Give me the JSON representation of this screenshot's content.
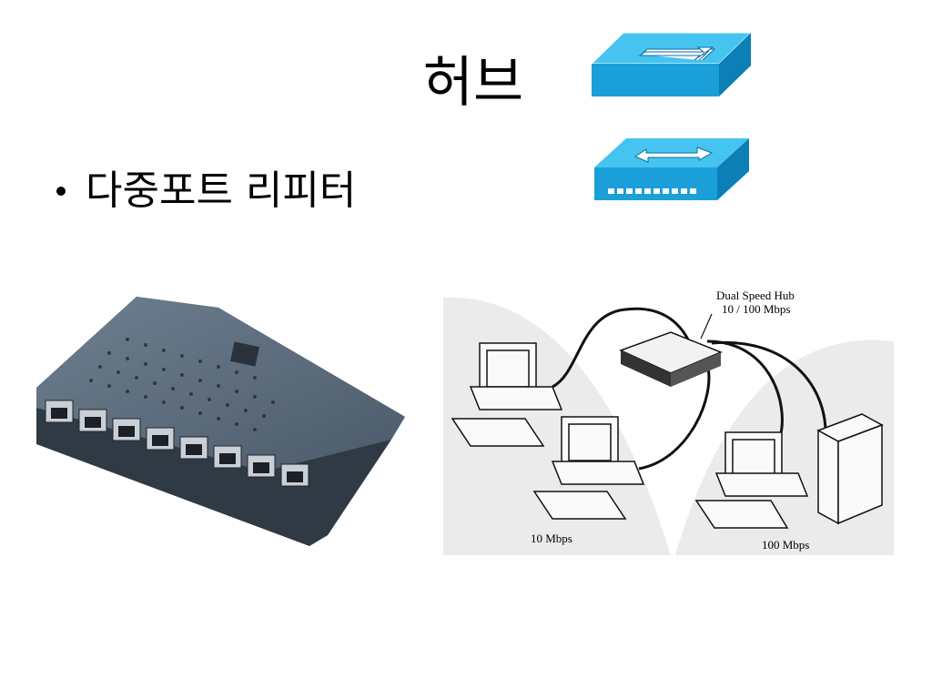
{
  "slide": {
    "title": "허브",
    "bullets": [
      "다중포트 리피터"
    ]
  },
  "icons": {
    "hub_icon": "hub-icon",
    "switch_icon": "switch-icon",
    "accent": "#1aa0d8"
  },
  "diagram": {
    "hub_label_line1": "Dual Speed Hub",
    "hub_label_line2": "10 / 100 Mbps",
    "left_segment_label": "10 Mbps",
    "right_segment_label": "100 Mbps"
  }
}
